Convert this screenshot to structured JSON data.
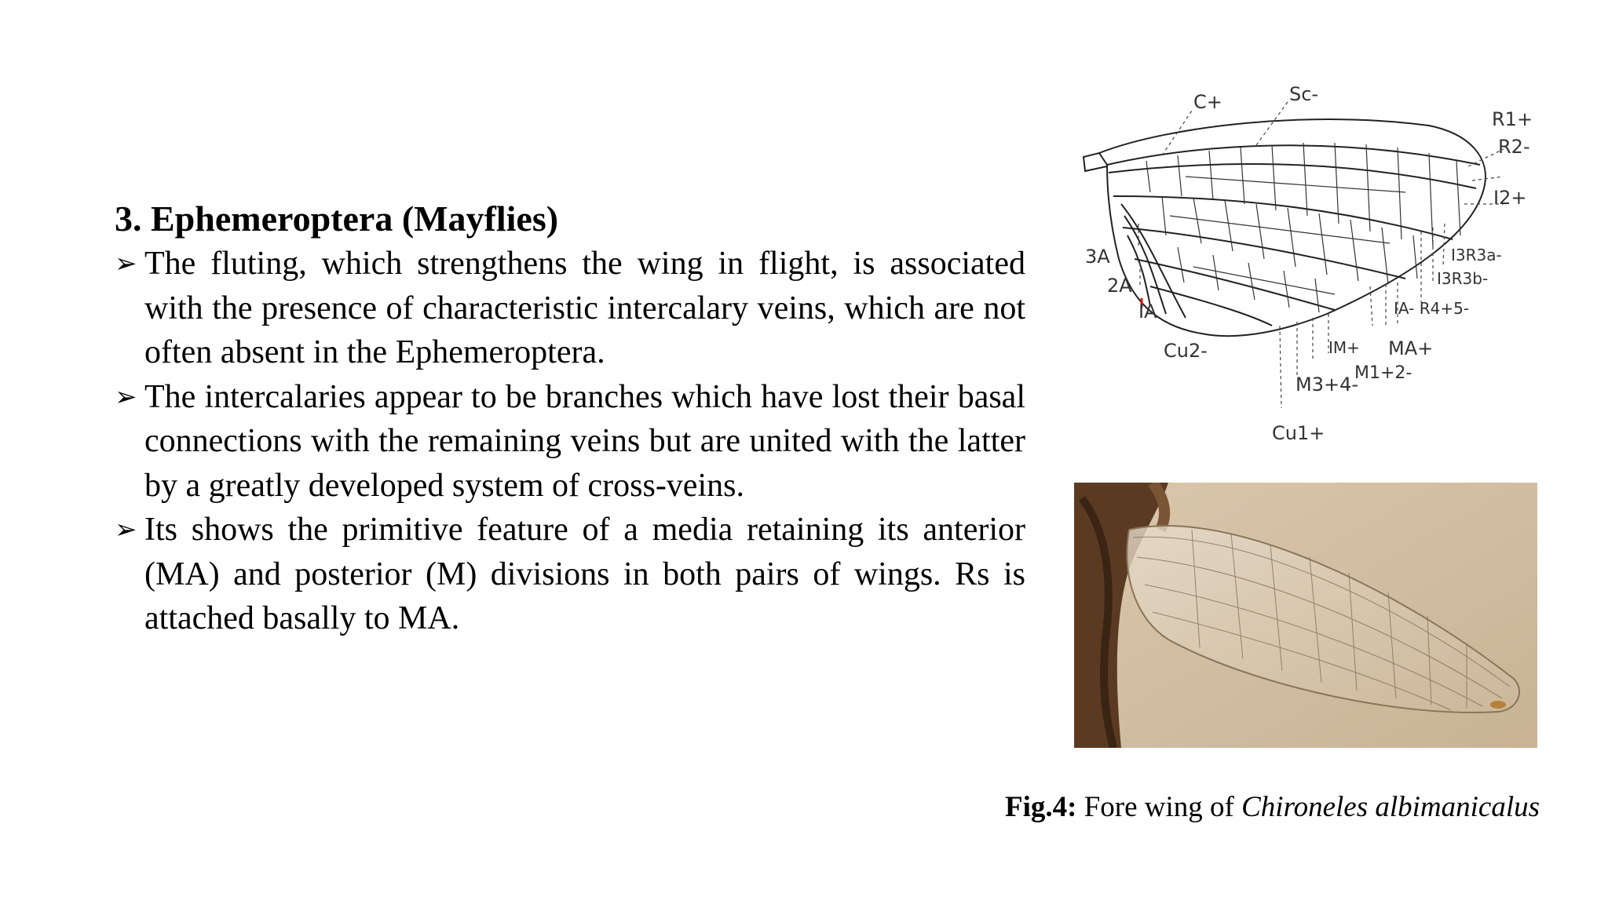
{
  "heading": "3. Ephemeroptera (Mayflies)",
  "bullets": [
    "The fluting, which strengthens the wing in flight, is associated with the presence of characteristic intercalary veins, which are not often absent in the Ephemeroptera.",
    "The intercalaries appear to be branches which have lost their basal connections with the remaining veins but are united with the latter by a greatly developed system of cross-veins.",
    "Its shows the primitive feature of a media retaining its anterior (MA) and posterior (M) divisions in both pairs of wings. Rs is attached basally to MA."
  ],
  "diagram_labels": {
    "c": "C+",
    "sc": "Sc-",
    "r1": "R1+",
    "r2": "R2-",
    "i2": "I2+",
    "i3r3a": "I3R3a-",
    "i3r3b": "I3R3b-",
    "ia_r45": "IA- R4+5-",
    "a3": "3A",
    "a2": "2A",
    "a1": "IA",
    "cu2": "Cu2-",
    "im": "IM+",
    "ma": "MA+",
    "m12": "M1+2-",
    "m34": "M3+4-",
    "cu1": "Cu1+"
  },
  "caption": {
    "label": "Fig.4:",
    "text": " Fore wing of ",
    "species": "Chironeles albimanicalus"
  },
  "colors": {
    "photo_bg": "#d8c3a6",
    "body_brown": "#5b3a22"
  }
}
